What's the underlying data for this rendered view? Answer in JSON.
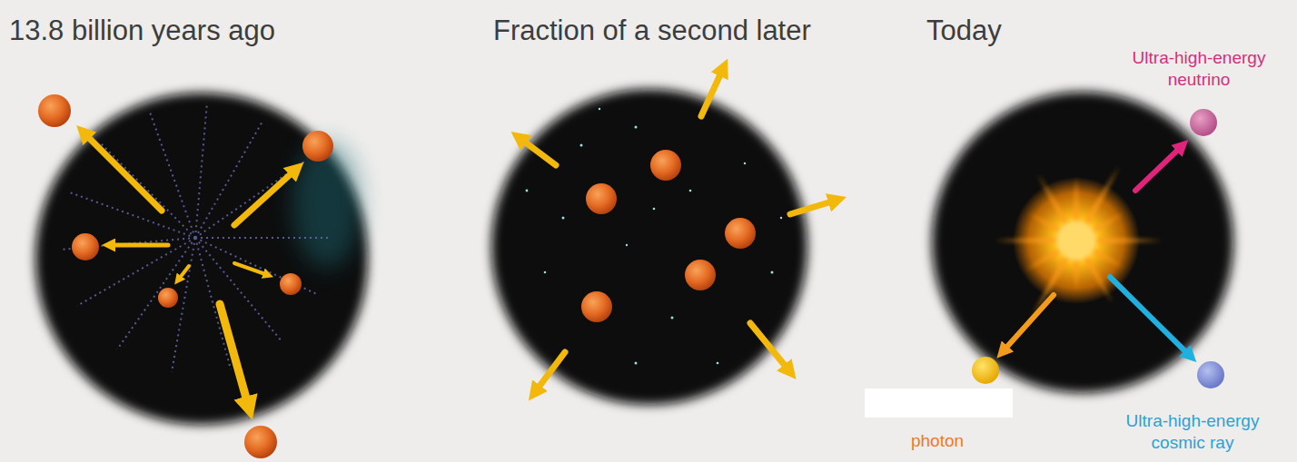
{
  "diagram": {
    "nodes": [
      {
        "text": [
          "13.8 billion years ago"
        ]
      },
      {
        "text": [
          "Fraction of a second later"
        ]
      },
      {
        "text": [
          "Today"
        ]
      }
    ],
    "labels": [
      "Ultra-high-energy neutrino",
      "photon",
      "Ultra-high-energy cosmic ray"
    ]
  }
}
